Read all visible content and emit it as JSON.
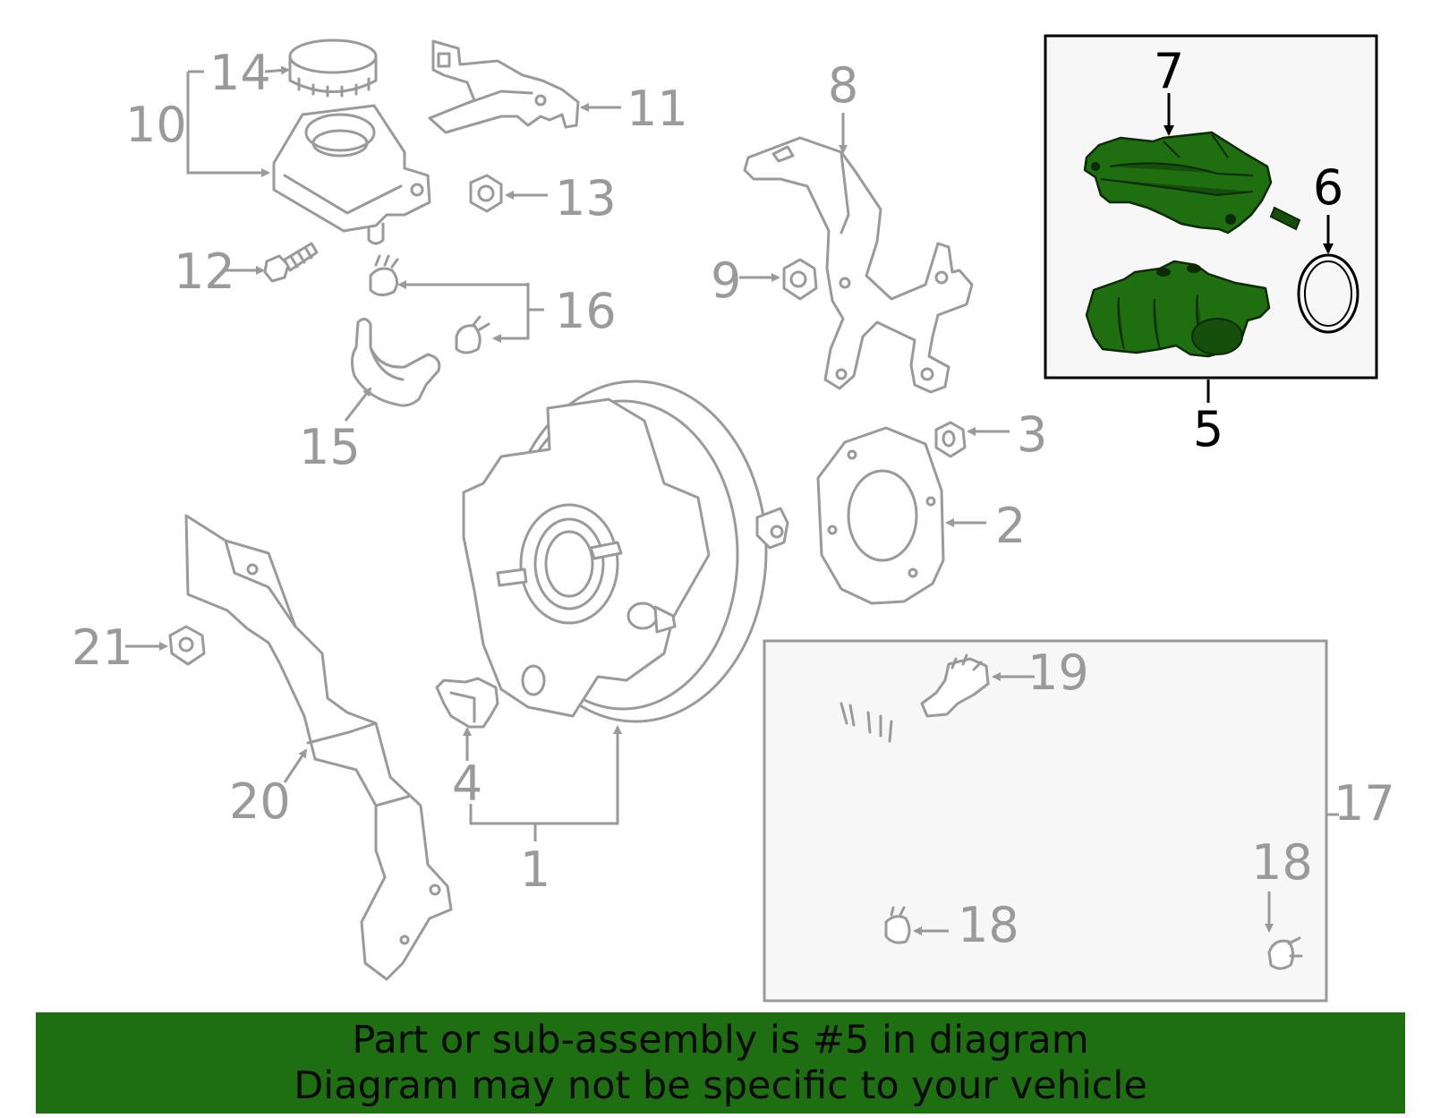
{
  "labels": {
    "l1": "1",
    "l2": "2",
    "l3": "3",
    "l4": "4",
    "l5": "5",
    "l6": "6",
    "l7": "7",
    "l8": "8",
    "l9": "9",
    "l10": "10",
    "l11": "11",
    "l12": "12",
    "l13": "13",
    "l14": "14",
    "l15": "15",
    "l16": "16",
    "l17": "17",
    "l18a": "18",
    "l18b": "18",
    "l19": "19",
    "l20": "20",
    "l21": "21"
  },
  "highlight": {
    "part_number": "5",
    "color": "#1e6e12"
  },
  "banner": {
    "line1": "Part or sub-assembly is #5 in diagram",
    "line2": "Diagram may not be specific to your vehicle"
  }
}
